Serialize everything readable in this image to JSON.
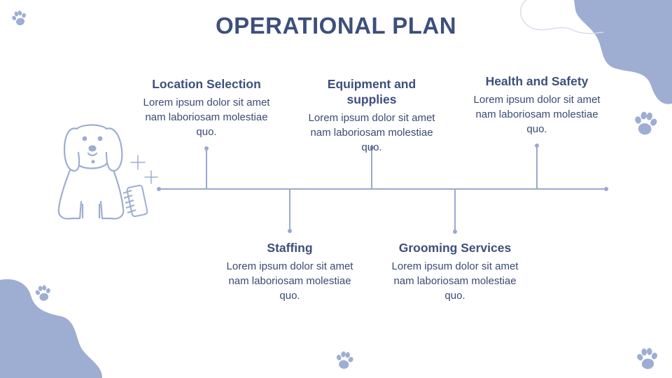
{
  "slide": {
    "title": "OPERATIONAL PLAN",
    "steps": [
      {
        "title": "Location Selection",
        "body": "Lorem ipsum dolor sit amet nam laboriosam molestiae quo."
      },
      {
        "title": "Equipment and supplies",
        "body": "Lorem ipsum dolor sit amet nam laboriosam molestiae quo."
      },
      {
        "title": "Health and Safety",
        "body": "Lorem ipsum dolor sit amet nam laboriosam molestiae quo."
      },
      {
        "title": "Staffing",
        "body": "Lorem ipsum dolor sit amet nam laboriosam molestiae quo."
      },
      {
        "title": "Grooming Services",
        "body": "Lorem ipsum dolor sit amet nam laboriosam molestiae quo."
      }
    ]
  },
  "colors": {
    "heading": "#3d4f7c",
    "text": "#3a4a73",
    "accent": "#9eadd2",
    "line": "#9ba9cf",
    "blob": "#9eadd2"
  },
  "icons": [
    "paw-icon",
    "dog-icon",
    "brush-icon",
    "sparkle-icon"
  ]
}
